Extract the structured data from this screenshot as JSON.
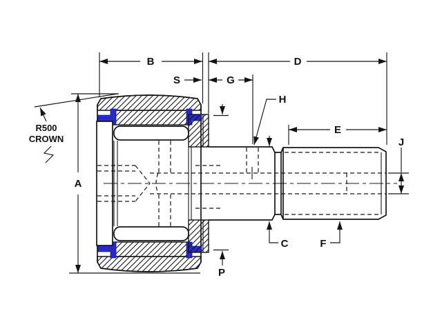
{
  "drawing": {
    "title": "cam-follower-dimension-drawing",
    "dim_labels": {
      "A": "A",
      "B": "B",
      "C": "C",
      "D": "D",
      "E": "E",
      "F": "F",
      "G": "G",
      "H": "H",
      "J": "J",
      "P": "P",
      "S": "S"
    },
    "annotations": {
      "crown_radius_line1": "R500",
      "crown_radius_line2": "CROWN"
    },
    "colors": {
      "line": "#141414",
      "seal_blue": "#2a2ac2",
      "background": "#ffffff"
    }
  }
}
